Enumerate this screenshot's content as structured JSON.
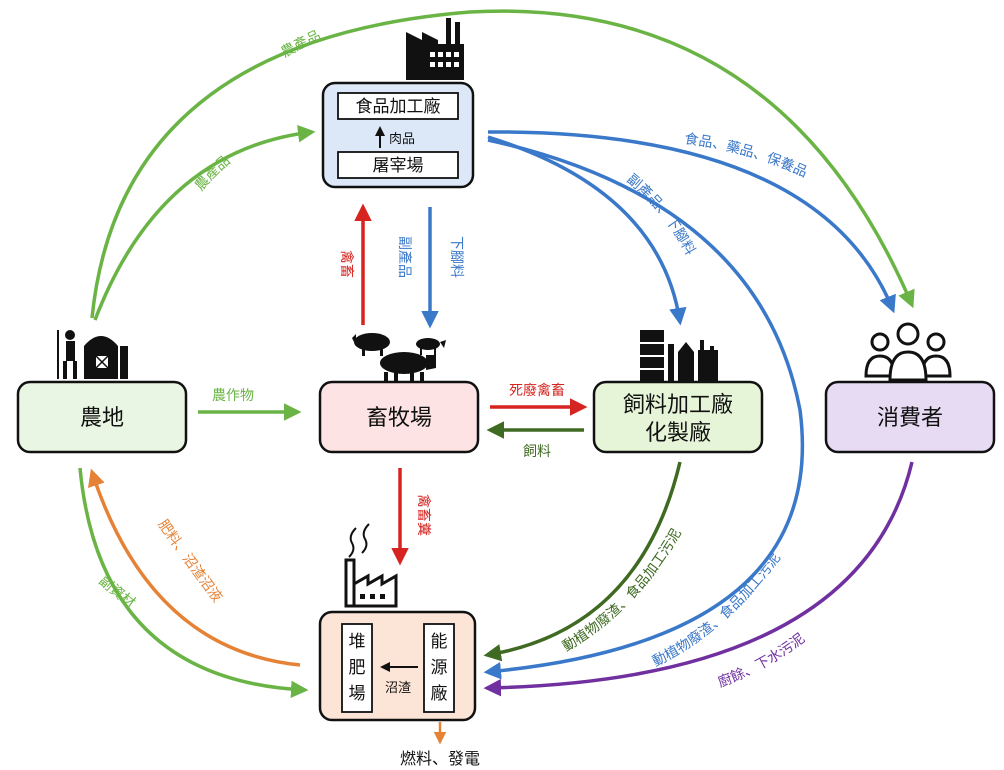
{
  "colors": {
    "green": "#6ab445",
    "blue": "#3a78c9",
    "red": "#d62420",
    "darkgreen": "#3f6a22",
    "orange": "#e58236",
    "purple": "#7030a0",
    "farm_fill": "#eaf6e4",
    "livestock_fill": "#fde3e3",
    "feed_fill": "#e6f4d8",
    "consumer_fill": "#e6dbf3",
    "food_fill": "#dce8f7",
    "energy_fill": "#fce4d6"
  },
  "icons": {
    "farm": "farmer-barn-icon",
    "food_factory": "factory-icon",
    "livestock": "livestock-icon",
    "feed_factory": "chemical-plant-icon",
    "consumer": "people-icon",
    "energy_factory": "smoking-factory-icon"
  },
  "nodes": {
    "farm": "農地",
    "livestock": "畜牧場",
    "feed_line1": "飼料加工廠",
    "feed_line2": "化製廠",
    "consumer": "消費者",
    "food_factory": "食品加工廠",
    "slaughterhouse": "屠宰場",
    "compost": [
      "堆",
      "肥",
      "場"
    ],
    "energy": [
      "能",
      "源",
      "廠"
    ]
  },
  "labels": {
    "meat": "肉品",
    "sludge": "沼渣",
    "fuel": "燃料、發電",
    "crops": "農作物",
    "dead_livestock": "死廢禽畜",
    "feed": "飼料",
    "livestock_up": "禽畜",
    "byproduct_down": "副產品",
    "offal": "下腳料",
    "manure": "禽畜糞",
    "farm_product_outer": "農產品",
    "farm_product_inner": "農產品",
    "food_drugs": "食品、藥品、保養品",
    "byproduct_offal": "副產品、下腳料",
    "residue_from_feed": "動植物廢渣、食品加工污泥",
    "residue_from_food": "動植物廢渣、食品加工污泥",
    "kitchen_waste": "廚餘、下水污泥",
    "fertilizer": "肥料、沼渣沼液",
    "byproduct_materials": "副資材"
  }
}
